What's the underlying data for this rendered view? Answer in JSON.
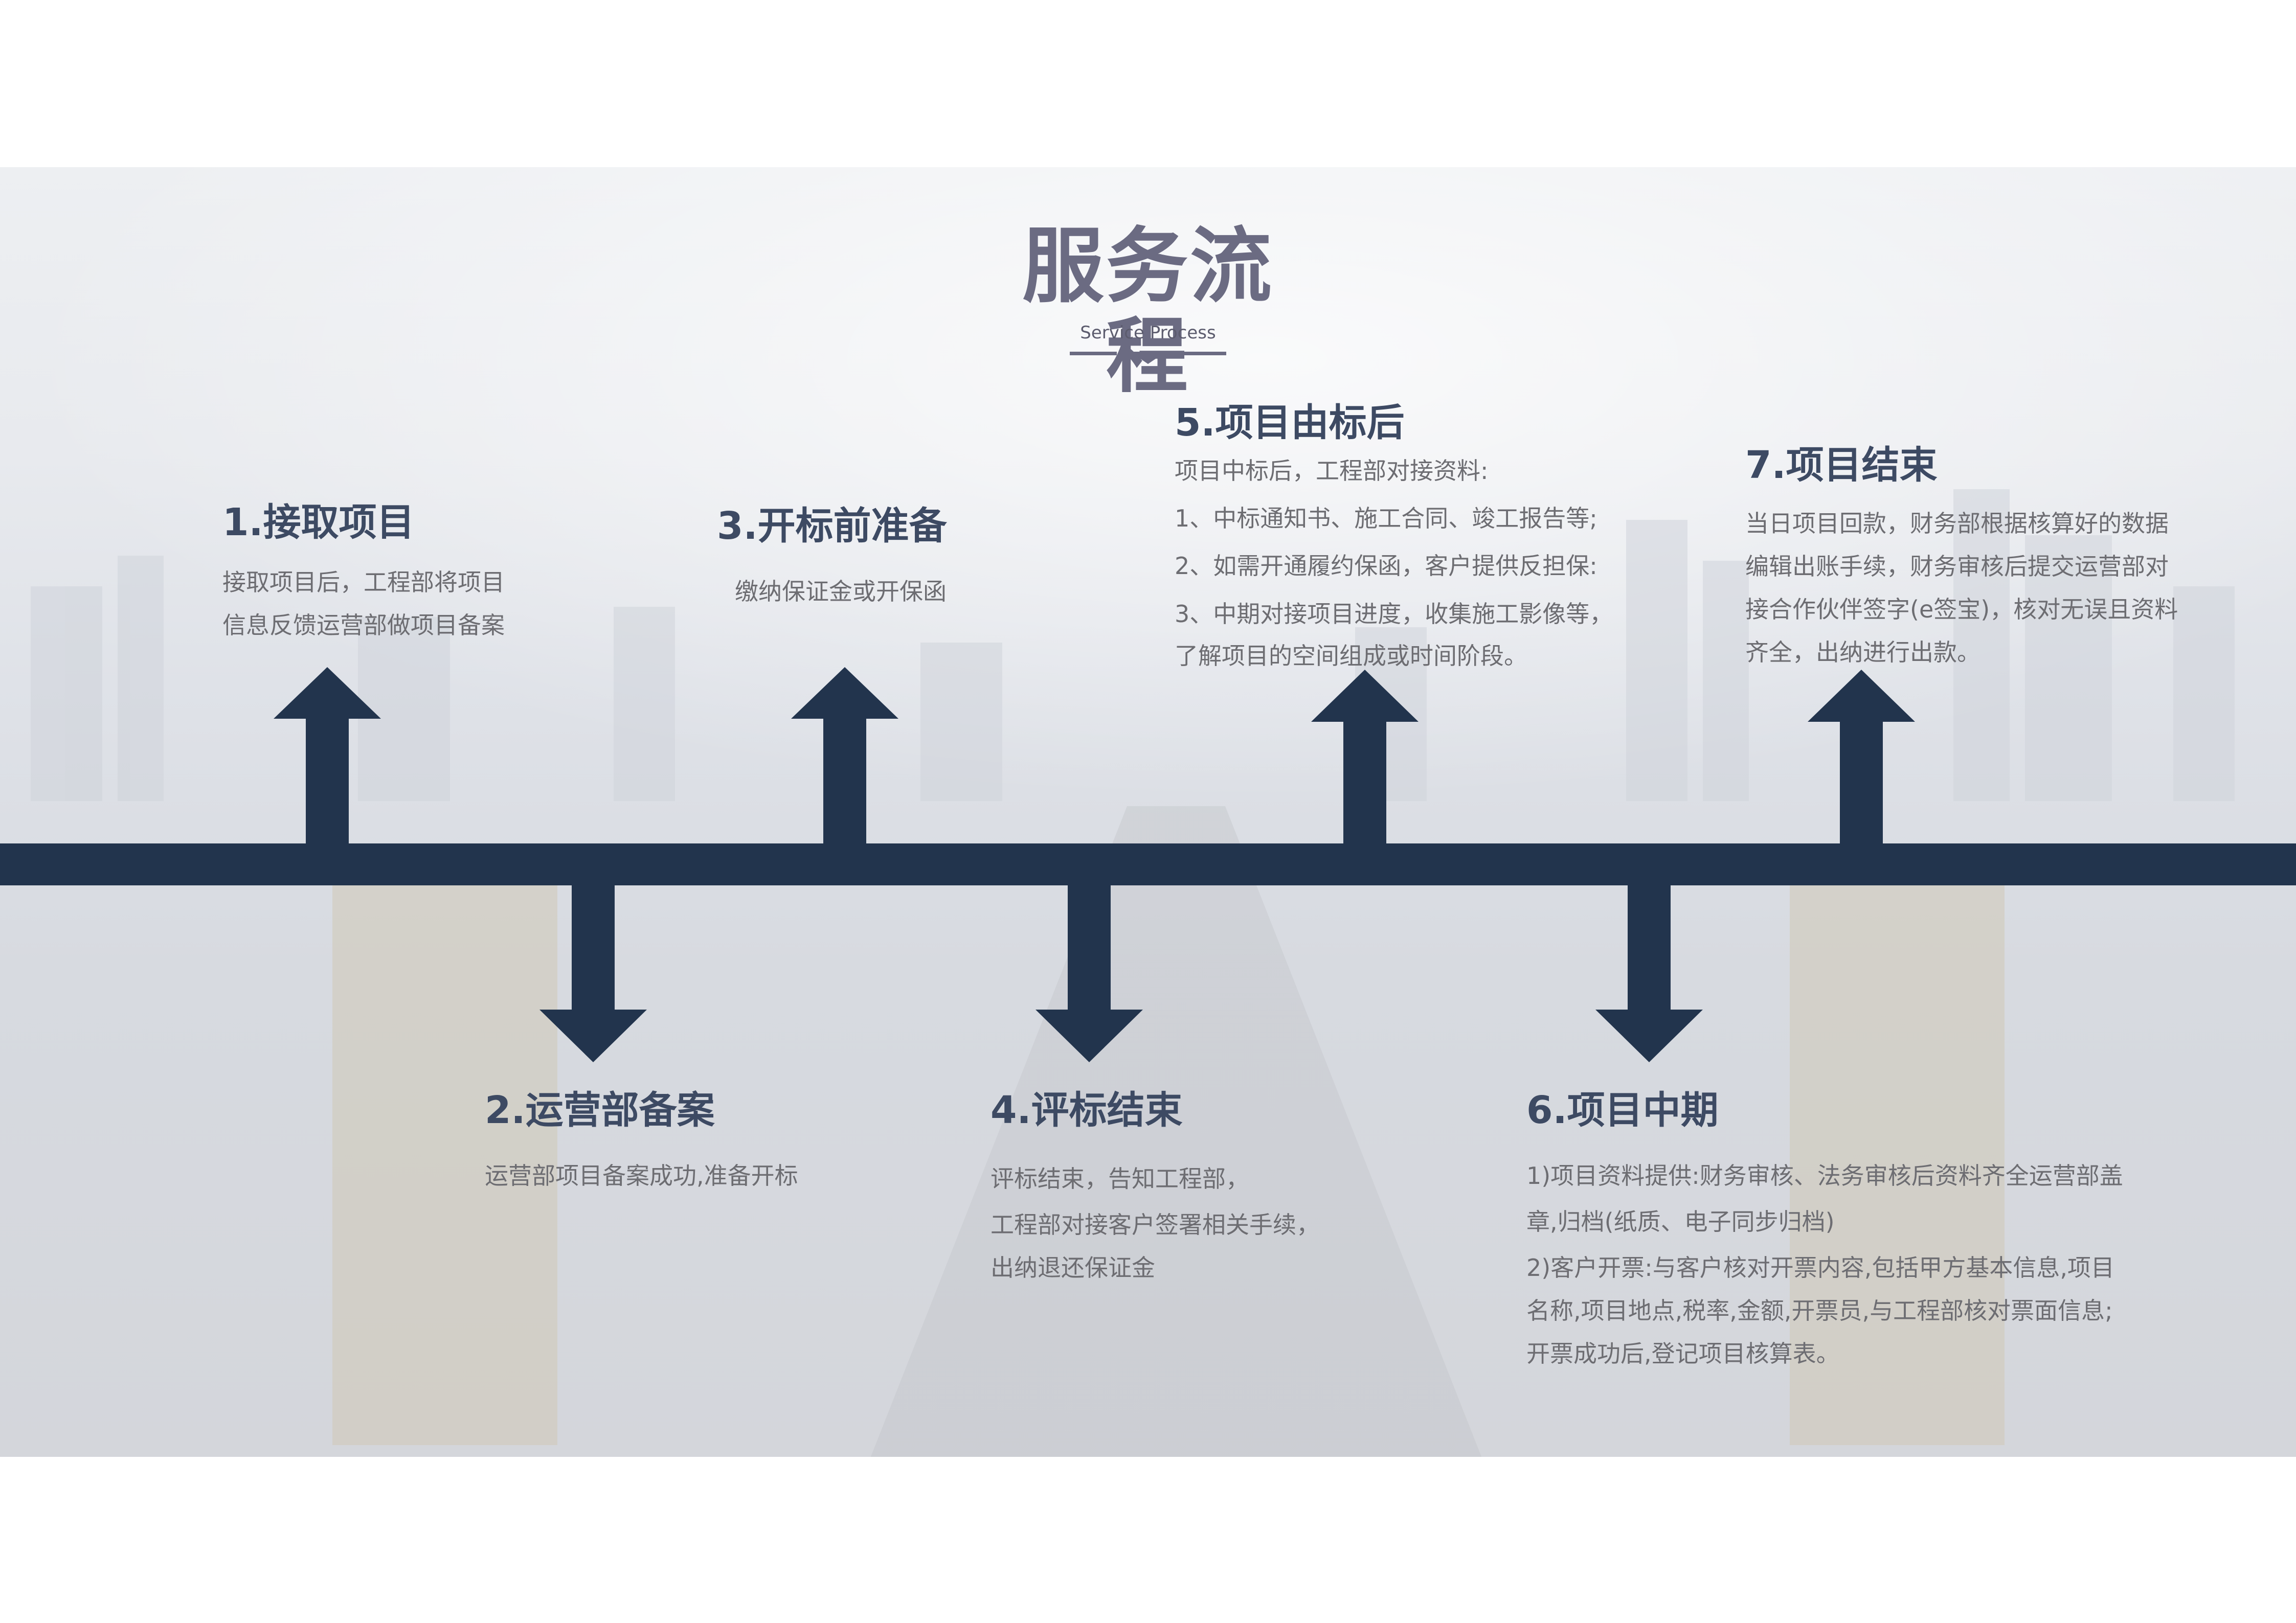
{
  "header": {
    "title": "服务流程",
    "subtitle": "Service Process"
  },
  "colors": {
    "flow": "#22344d",
    "title": "#6b6b82",
    "step_title": "#3d4a63",
    "body_text": "#6d6d72"
  },
  "steps": [
    {
      "title": "1.接取项目",
      "lines": [
        "接取项目后，工程部将项目",
        "信息反馈运营部做项目备案"
      ]
    },
    {
      "title": "2.运营部备案",
      "lines": [
        "运营部项目备案成功,准备开标"
      ]
    },
    {
      "title": "3.开标前准备",
      "lines": [
        "缴纳保证金或开保函"
      ]
    },
    {
      "title": "4.评标结束",
      "lines": [
        "评标结束，告知工程部，",
        "工程部对接客户签署相关手续，",
        "出纳退还保证金"
      ]
    },
    {
      "title": "5.项目由标后",
      "lines": [
        "项目中标后，工程部对接资料:",
        "1、中标通知书、施工合同、竣工报告等;",
        "2、如需开通履约保函，客户提供反担保:",
        "3、中期对接项目进度，收集施工影像等，",
        "了解项目的空间组成或时间阶段。"
      ]
    },
    {
      "title": "6.项目中期",
      "lines": [
        "1)项目资料提供:财务审核、法务审核后资料齐全运营部盖",
        "章,归档(纸质、电子同步归档)",
        "2)客户开票:与客户核对开票内容,包括甲方基本信息,项目",
        "名称,项目地点,税率,金额,开票员,与工程部核对票面信息;",
        "开票成功后,登记项目核算表。"
      ]
    },
    {
      "title": "7.项目结束",
      "lines": [
        "当日项目回款，财务部根据核算好的数据",
        "编辑出账手续，财务审核后提交运营部对",
        "接合作伙伴签字(e签宝)，核对无误且资料",
        "齐全，出纳进行出款。"
      ]
    }
  ]
}
